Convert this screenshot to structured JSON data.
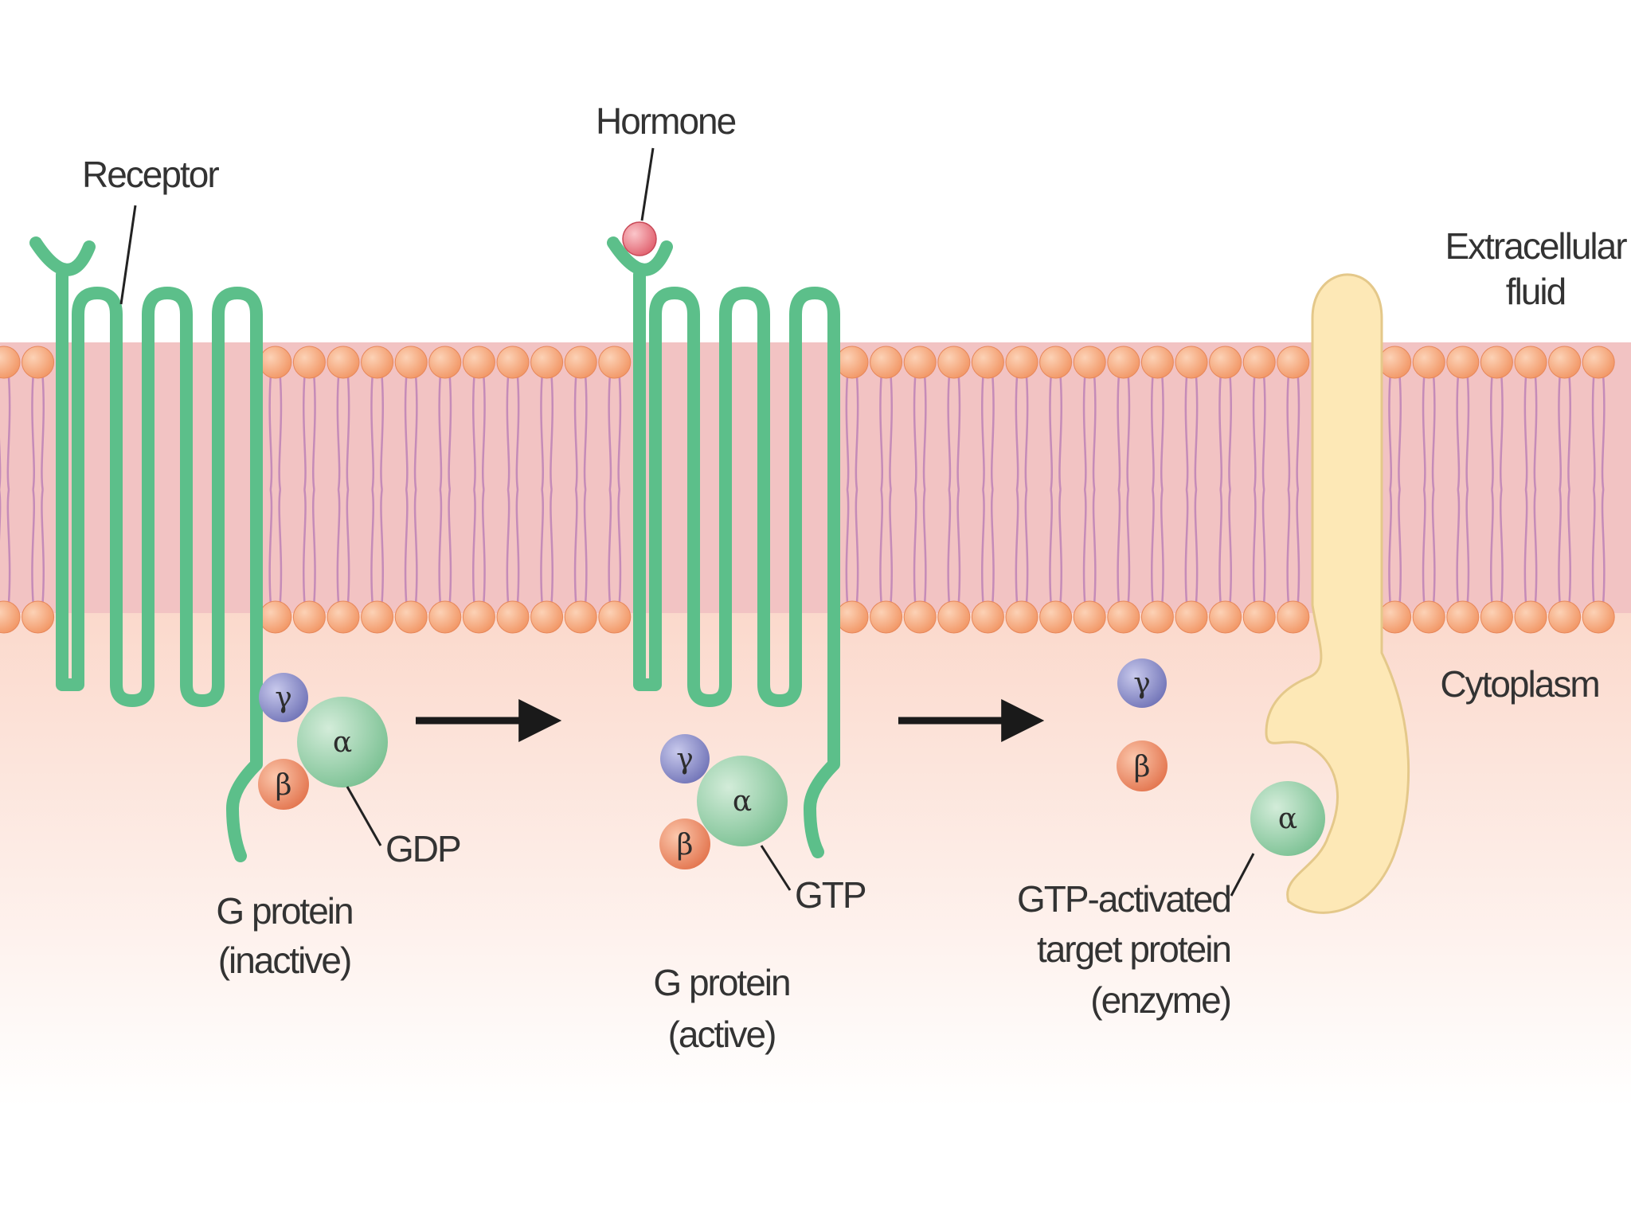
{
  "labels": {
    "receptor": "Receptor",
    "hormone": "Hormone",
    "extracellular_line1": "Extracellular",
    "extracellular_line2": "fluid",
    "cytoplasm": "Cytoplasm",
    "gdp": "GDP",
    "gtp": "GTP",
    "g_protein_inactive_line1": "G protein",
    "g_protein_inactive_line2": "(inactive)",
    "g_protein_active_line1": "G protein",
    "g_protein_active_line2": "(active)",
    "target_line1": "GTP-activated",
    "target_line2": "target protein",
    "target_line3": "(enzyme)"
  },
  "subunits": {
    "alpha": "α",
    "beta": "β",
    "gamma": "γ"
  },
  "colors": {
    "extracellular_bg": "#ffffff",
    "cytoplasm_top": "#fbd9cc",
    "cytoplasm_bottom": "#ffffff",
    "membrane_core": "#f2c3c3",
    "lipid_head": "#f6a57c",
    "lipid_tail": "#c58bb8",
    "receptor": "#5cbf8a",
    "hormone": "#e8727f",
    "alpha_subunit": "#8fcfa3",
    "beta_subunit": "#ec8560",
    "gamma_subunit": "#8487c6",
    "target_protein": "#fde8b6",
    "arrow": "#1a1a1a"
  }
}
